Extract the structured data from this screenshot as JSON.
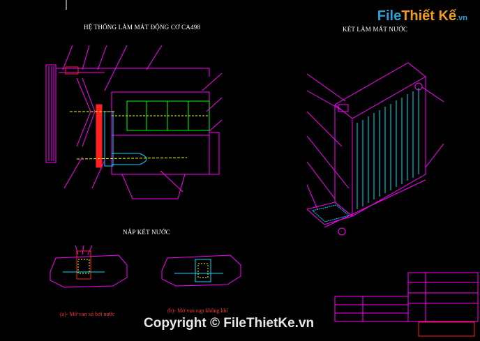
{
  "titles": {
    "engine_system": "HỆ THỐNG LÀM MÁT ĐỘNG CƠ CA498",
    "radiator": "KÉT LÀM MÁT NƯỚC",
    "cap": "NẮP KÉT NƯỚC"
  },
  "captions": {
    "steam_valve": "(a)- Mở van xả hơi nước",
    "air_valve": "(b)- Mở van nạp không khí"
  },
  "logo": {
    "part1": "File",
    "part2": "Thiết Kế",
    "suffix": ".vn"
  },
  "watermark": "Copyright © FileThietKe.vn",
  "colors": {
    "magenta": "#ff00ff",
    "red": "#ff2020",
    "cyan": "#00e0ff",
    "yellow": "#ffff00",
    "green": "#00ff00",
    "white": "#ffffff"
  }
}
